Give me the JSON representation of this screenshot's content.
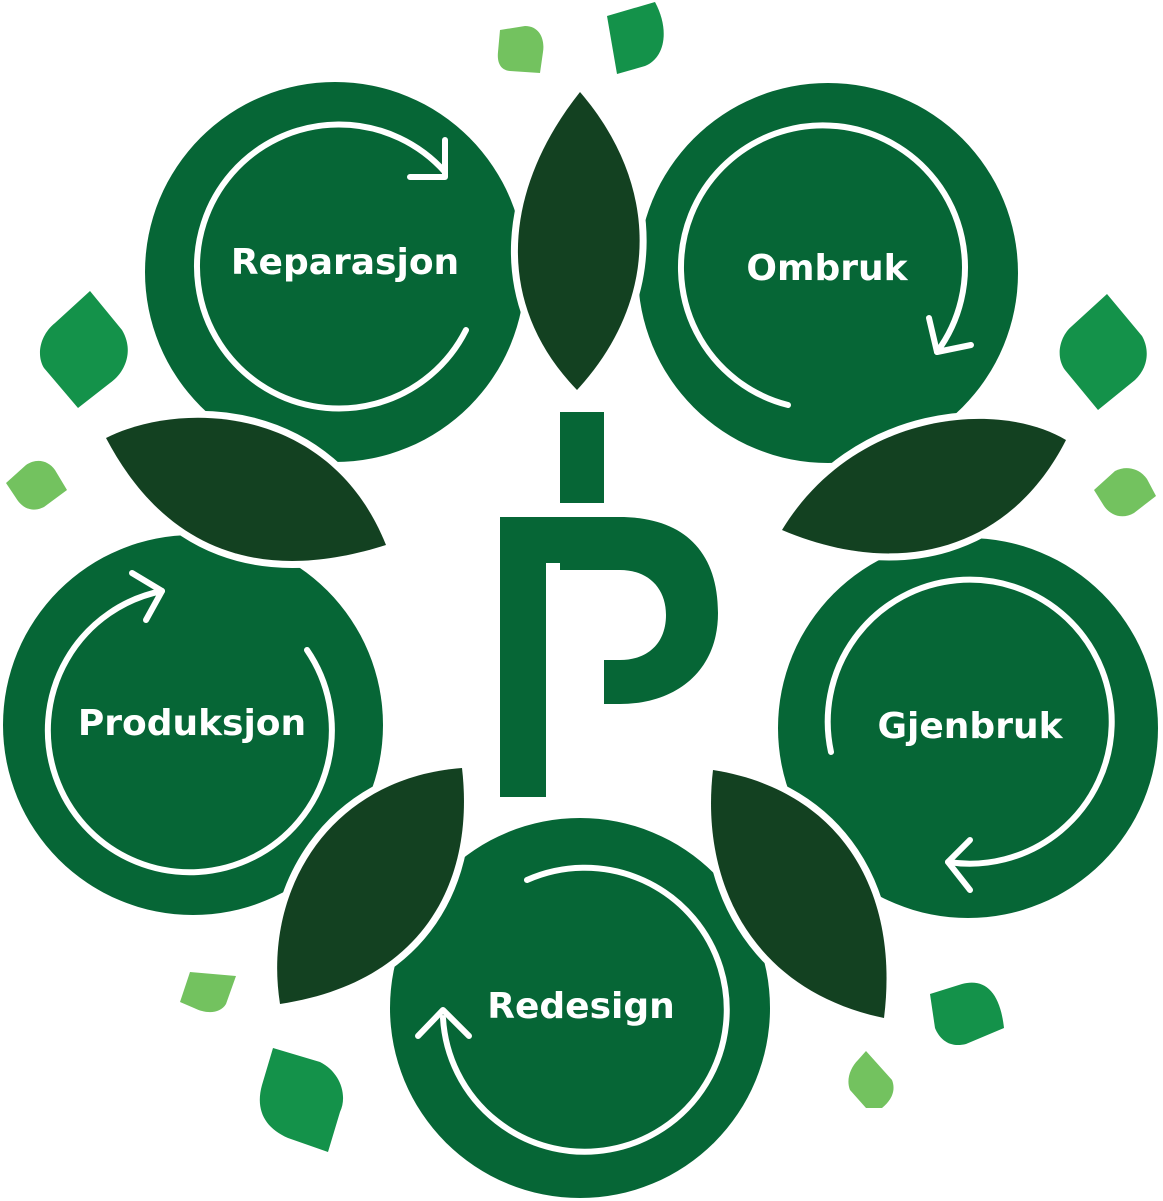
{
  "colors": {
    "circle": "#066636",
    "dark_leaf": "#134121",
    "mid_leaf": "#14924A",
    "light_leaf": "#73C25F",
    "ring": "#ffffff",
    "background": "#ffffff"
  },
  "stages": [
    {
      "id": "reparasjon",
      "label": "Reparasjon",
      "icon": "clockwise-arrow-icon"
    },
    {
      "id": "ombruk",
      "label": "Ombruk",
      "icon": "clockwise-arrow-icon"
    },
    {
      "id": "gjenbruk",
      "label": "Gjenbruk",
      "icon": "clockwise-arrow-icon"
    },
    {
      "id": "redesign",
      "label": "Redesign",
      "icon": "clockwise-arrow-icon"
    },
    {
      "id": "produksjon",
      "label": "Produksjon",
      "icon": "clockwise-arrow-icon"
    }
  ],
  "logo": {
    "icon": "ip-monogram-logo"
  }
}
